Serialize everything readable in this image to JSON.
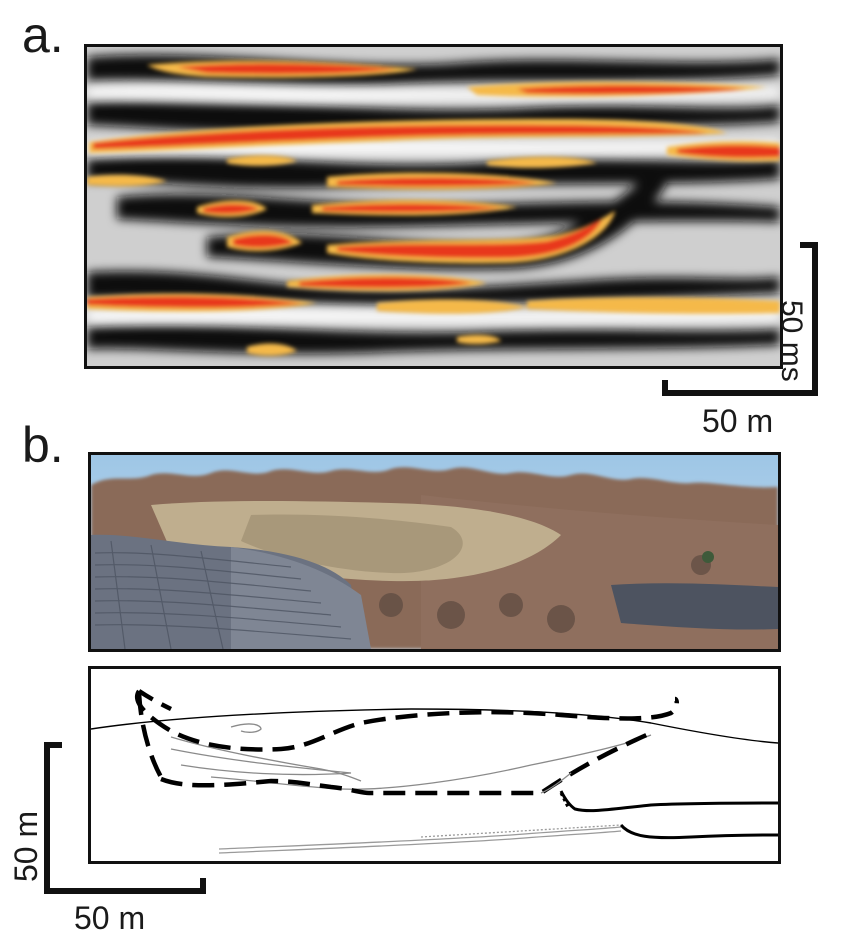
{
  "figure": {
    "panel_a": {
      "label": "a.",
      "scale_vertical": "50 ms",
      "scale_horizontal": "50 m"
    },
    "panel_b": {
      "label": "b.",
      "scale_vertical": "50 m",
      "scale_horizontal": "50 m"
    }
  },
  "colors": {
    "seismic_red": "#e8391e",
    "seismic_yellow": "#f5b94a",
    "seismic_black": "#0d0d0d",
    "sky": "#a9cde8",
    "cliff": "#6d7584",
    "interpretation_line": "#000000"
  }
}
